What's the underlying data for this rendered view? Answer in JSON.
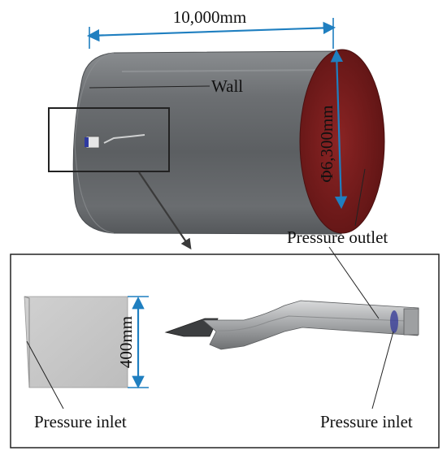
{
  "labels": {
    "length": "10,000mm",
    "wall": "Wall",
    "diameter": "Φ6,300mm",
    "pressure_outlet": "Pressure outlet",
    "inlet_height": "400mm",
    "pressure_inlet_left": "Pressure inlet",
    "pressure_inlet_right": "Pressure inlet"
  },
  "colors": {
    "cylinder": "#6f7275",
    "outlet_face": "#7e1f1f",
    "dimension_arrow": "#1f7fc0",
    "inlet_face": "#2f3aa0",
    "frame": "#222222"
  }
}
